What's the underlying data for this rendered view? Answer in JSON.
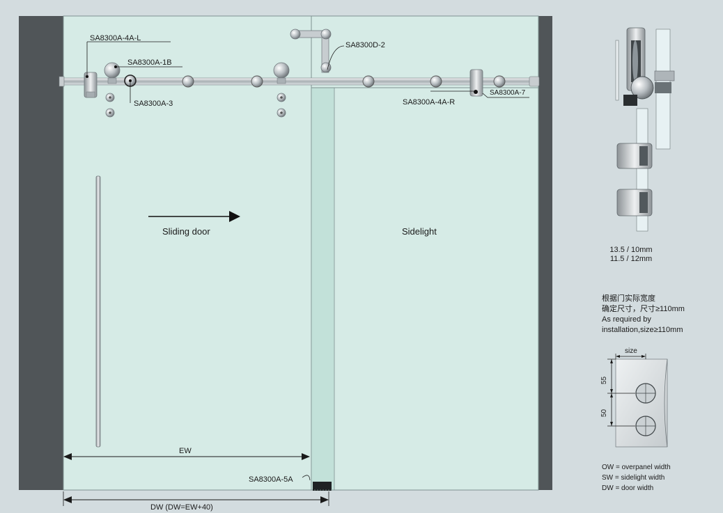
{
  "parts": {
    "l4a_left": "SA8300A-4A-L",
    "a1b": "SA8300A-1B",
    "a3": "SA8300A-3",
    "d2": "SA8300D-2",
    "a4a_right": "SA8300A-4A-R",
    "a7": "SA8300A-7",
    "a5a": "SA8300A-5A"
  },
  "panels": {
    "door": "Sliding door",
    "sidelight": "Sidelight"
  },
  "dims": {
    "ew": "EW",
    "dw": "DW (DW=EW+40)"
  },
  "section": {
    "thickness_1": "13.5 / 10mm",
    "thickness_2": "11.5 / 12mm"
  },
  "note": {
    "cn_1": "根据门实际宽度",
    "cn_2": "确定尺寸，尺寸≥110mm",
    "en_1": "As required by",
    "en_2": "installation,size≥110mm"
  },
  "hole_detail": {
    "size": "size",
    "d55": "55",
    "d50": "50"
  },
  "legend": [
    "OW = overpanel width",
    "SW = sidelight width",
    "DW = door width"
  ],
  "colors": {
    "background": "#d3dcdf",
    "glass": "#d6ebe6",
    "wall": "#505558"
  }
}
